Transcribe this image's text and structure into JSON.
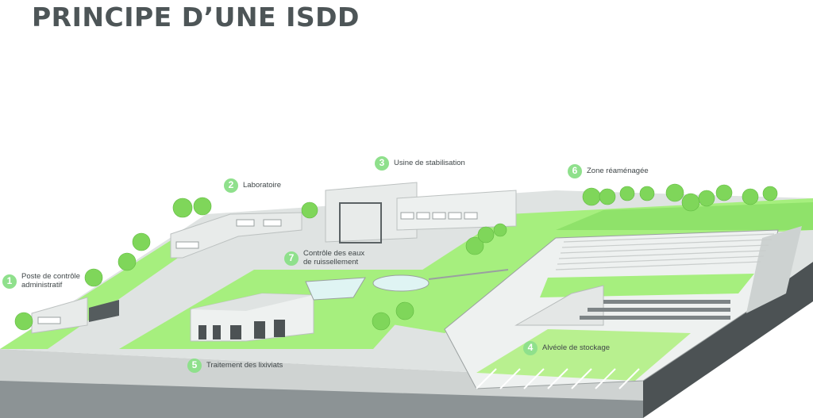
{
  "title": "PRINCIPE D’UNE ISDD",
  "labels": [
    {
      "num": "1",
      "line1": "Poste de contrôle",
      "line2": "administratif"
    },
    {
      "num": "2",
      "line1": "Laboratoire",
      "line2": ""
    },
    {
      "num": "3",
      "line1": "Usine de stabilisation",
      "line2": ""
    },
    {
      "num": "4",
      "line1": "Alvéole de stockage",
      "line2": ""
    },
    {
      "num": "5",
      "line1": "Traitement des lixiviats",
      "line2": ""
    },
    {
      "num": "6",
      "line1": "Zone réaménagée",
      "line2": ""
    },
    {
      "num": "7",
      "line1": "Contrôle des eaux",
      "line2": "de ruissellement"
    }
  ],
  "colors": {
    "grass": "#a6ef7e",
    "grass_dark": "#7fd65a",
    "concrete": "#dfe3e2",
    "base_front": "#cfd3d2",
    "base_dark": "#4c5254",
    "badge": "#8fe08c",
    "text": "#3f4648"
  }
}
